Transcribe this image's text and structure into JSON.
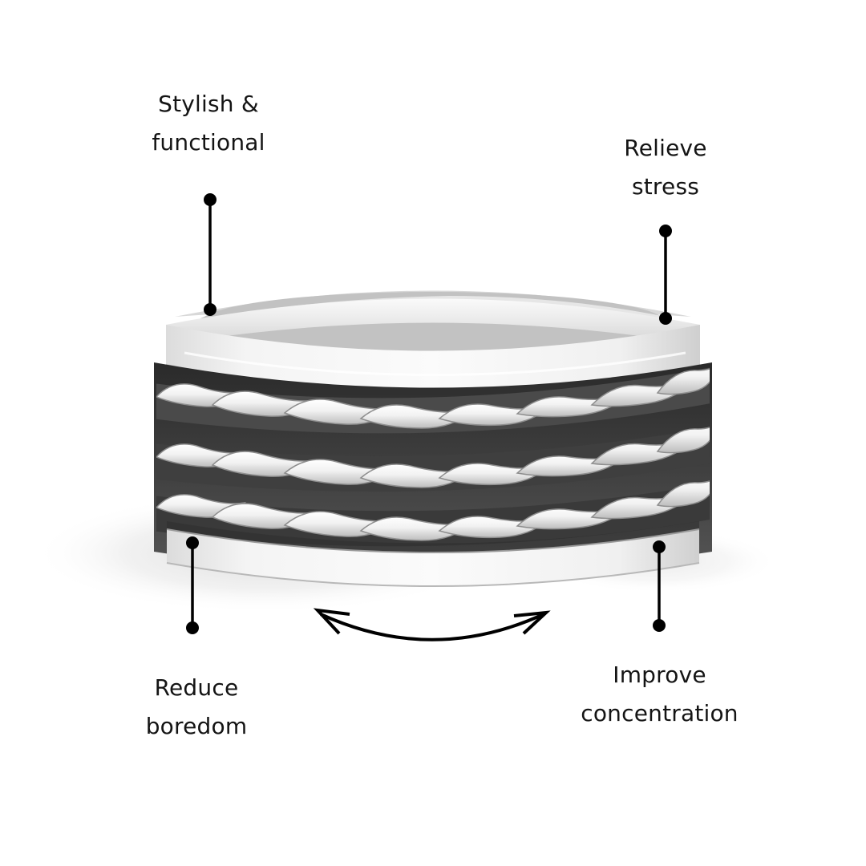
{
  "infographic": {
    "subject": "Spinner ring with three twisted rope bands",
    "background_color": "#ffffff",
    "accent_color": "#000000",
    "callouts": [
      {
        "id": "stylish",
        "line1": "Stylish &",
        "line2": "functional",
        "position": "top-left"
      },
      {
        "id": "relieve",
        "line1": "Relieve",
        "line2": "stress",
        "position": "top-right"
      },
      {
        "id": "reduce",
        "line1": "Reduce",
        "line2": "boredom",
        "position": "bottom-left"
      },
      {
        "id": "improve",
        "line1": "Improve",
        "line2": "concentration",
        "position": "bottom-right"
      }
    ],
    "arrow": {
      "icon": "curved-double-arrow-icon",
      "meaning": "spin / rotate"
    }
  }
}
